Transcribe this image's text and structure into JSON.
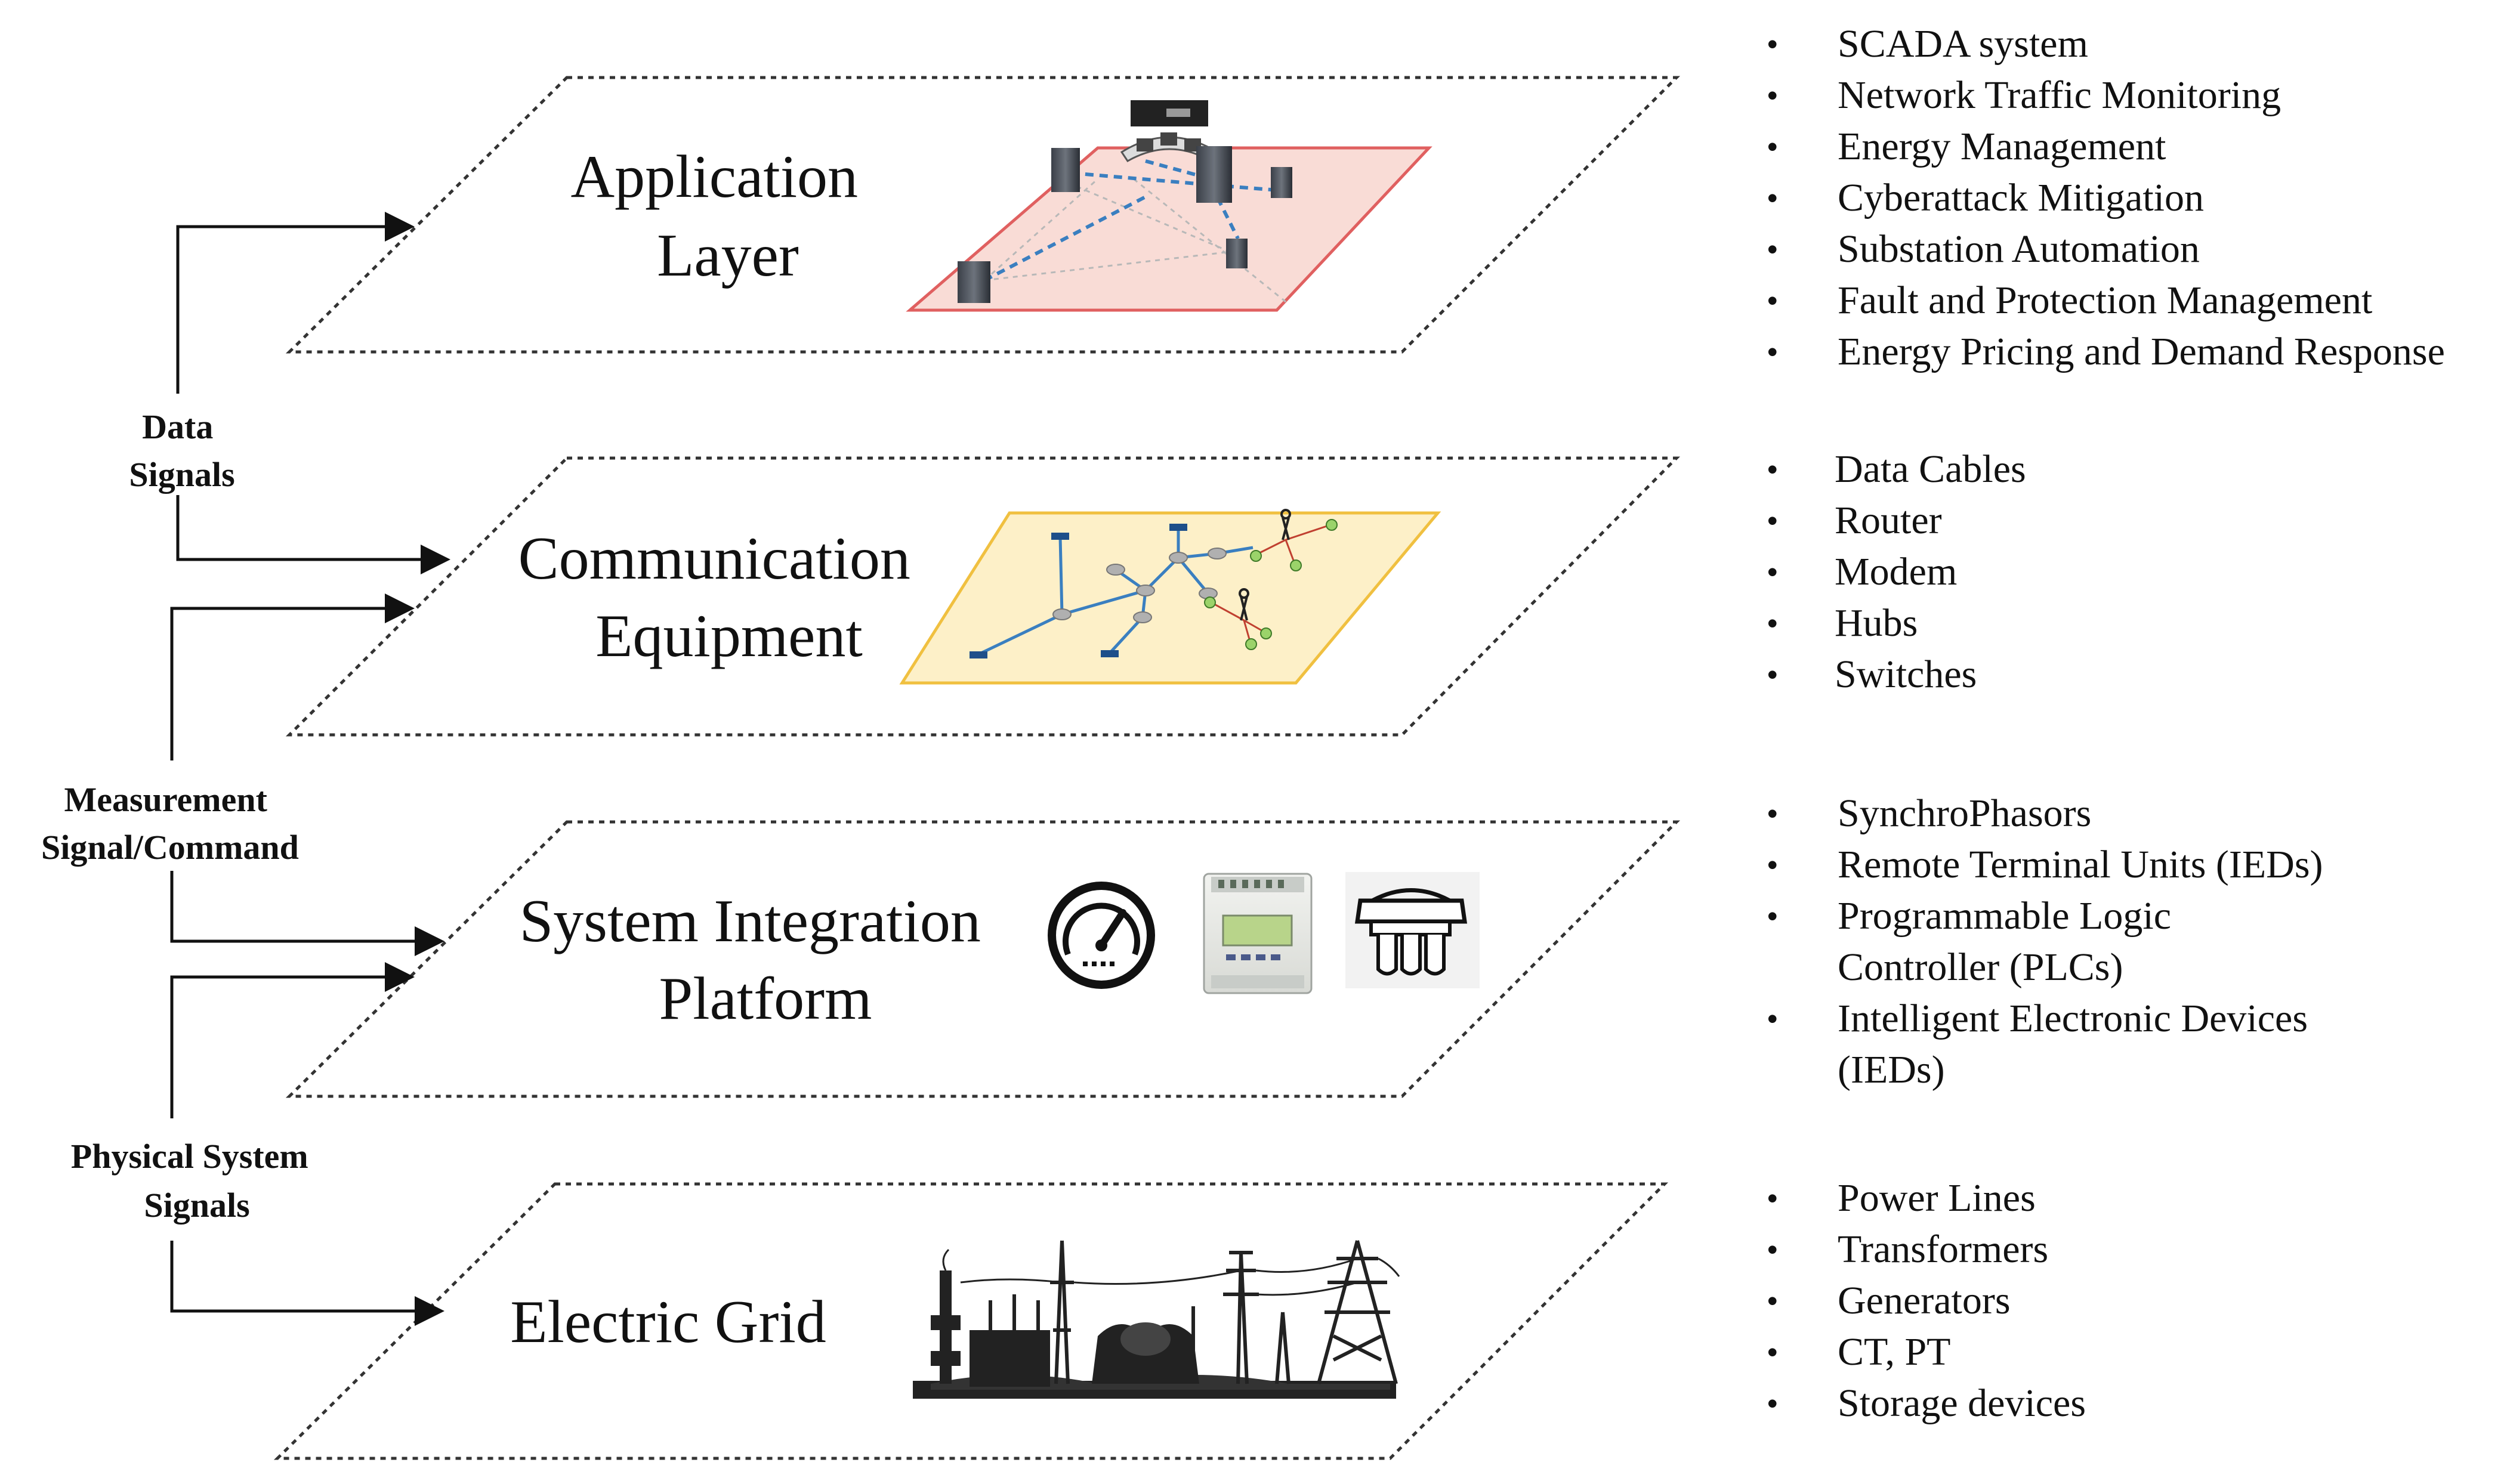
{
  "layers": [
    {
      "id": "application",
      "title_lines": [
        "Application",
        "Layer"
      ]
    },
    {
      "id": "communication",
      "title_lines": [
        "Communication",
        "Equipment"
      ]
    },
    {
      "id": "integration",
      "title_lines": [
        "System Integration",
        "Platform"
      ]
    },
    {
      "id": "grid",
      "title_lines": [
        "Electric Grid"
      ]
    }
  ],
  "signals": {
    "data": [
      "Data",
      "Signals"
    ],
    "measurement": [
      "Measurement",
      "Signal/Command"
    ],
    "physical": [
      "Physical System",
      "Signals"
    ]
  },
  "lists": {
    "application": [
      "SCADA system",
      "Network Traffic Monitoring",
      "Energy Management",
      "Cyberattack Mitigation",
      "Substation Automation",
      "Fault and Protection Management",
      "Energy Pricing and Demand Response"
    ],
    "communication": [
      "Data Cables",
      "Router",
      "Modem",
      "Hubs",
      "Switches"
    ],
    "integration": [
      "SynchroPhasors",
      "Remote Terminal Units (IEDs)",
      "Programmable Logic",
      "Controller (PLCs)",
      "Intelligent Electronic Devices",
      "(IEDs)"
    ],
    "grid": [
      "Power Lines",
      "Transformers",
      "Generators",
      "CT, PT",
      "Storage devices"
    ]
  },
  "colors": {
    "application_panel": "#f9dcd6",
    "application_border": "#e06060",
    "communication_panel": "#fdf0c8",
    "communication_border": "#f0c040",
    "network_link": "#3a7fc0",
    "grid_ink": "#222222"
  },
  "icons": [
    "server-icon",
    "network-node-icon",
    "antenna-icon",
    "gauge-icon",
    "rtu-device-icon",
    "plc-switch-icon",
    "substation-icon"
  ]
}
